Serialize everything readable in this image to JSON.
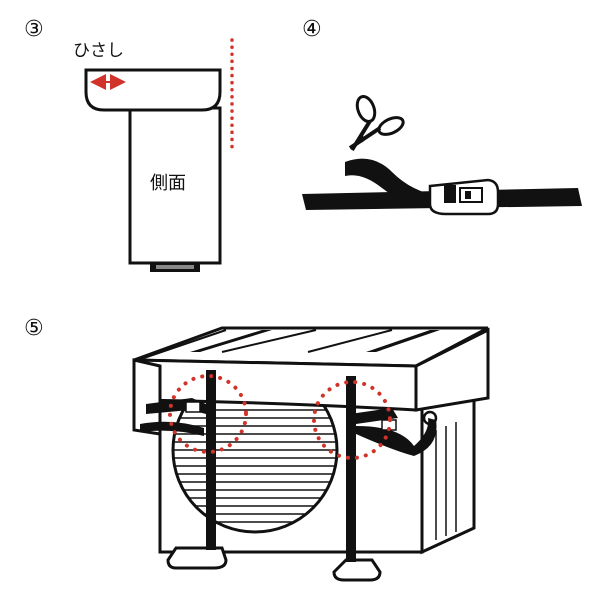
{
  "steps": {
    "step3": {
      "number": "③",
      "hisashi_label": "ひさし",
      "side_label": "側面"
    },
    "step4": {
      "number": "④"
    },
    "step5": {
      "number": "⑤"
    }
  },
  "colors": {
    "ink": "#111111",
    "accent_red": "#d1332a",
    "paper": "#ffffff"
  },
  "icons": [
    "scissors-icon",
    "strap-buckle-icon",
    "air-conditioner-outdoor-unit-icon"
  ]
}
